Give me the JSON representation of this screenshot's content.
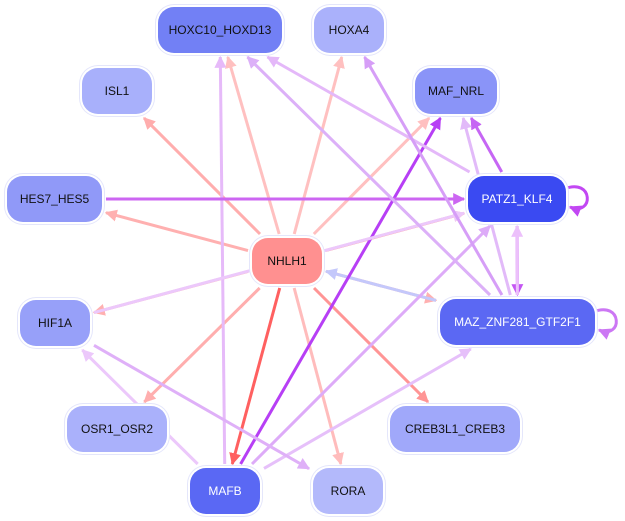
{
  "nodes": [
    {
      "id": "HOXC10_HOXD13",
      "label": "HOXC10_HOXD13",
      "color": "#7280f5",
      "text": "dark_text_black"
    },
    {
      "id": "HOXA4",
      "label": "HOXA4",
      "color": "#aab1fb"
    },
    {
      "id": "ISL1",
      "label": "ISL1",
      "color": "#a8b0fb"
    },
    {
      "id": "MAF_NRL",
      "label": "MAF_NRL",
      "color": "#8a94f8"
    },
    {
      "id": "HES7_HES5",
      "label": "HES7_HES5",
      "color": "#9099f8"
    },
    {
      "id": "PATZ1_KLF4",
      "label": "PATZ1_KLF4",
      "color": "#3a4af2"
    },
    {
      "id": "NHLH1",
      "label": "NHLH1",
      "color": "#ff9090"
    },
    {
      "id": "HIF1A",
      "label": "HIF1A",
      "color": "#97a0f9"
    },
    {
      "id": "MAZ_ZNF281_GTF2F1",
      "label": "MAZ_ZNF281_GTF2F1",
      "color": "#5b68f3"
    },
    {
      "id": "OSR1_OSR2",
      "label": "OSR1_OSR2",
      "color": "#aab1fb"
    },
    {
      "id": "CREB3L1_CREB3",
      "label": "CREB3L1_CREB3",
      "color": "#a0a8fa"
    },
    {
      "id": "MAFB",
      "label": "MAFB",
      "color": "#5a68f4"
    },
    {
      "id": "RORA",
      "label": "RORA",
      "color": "#b3b9fb"
    }
  ],
  "edges": [
    {
      "from": "NHLH1",
      "to": "ISL1",
      "color": "#ffadad"
    },
    {
      "from": "NHLH1",
      "to": "HES7_HES5",
      "color": "#ffb0b0"
    },
    {
      "from": "NHLH1",
      "to": "HIF1A",
      "color": "#ffb0b0"
    },
    {
      "from": "NHLH1",
      "to": "OSR1_OSR2",
      "color": "#ffaeae"
    },
    {
      "from": "NHLH1",
      "to": "MAFB",
      "color": "#ff6060"
    },
    {
      "from": "NHLH1",
      "to": "RORA",
      "color": "#ffbcbc"
    },
    {
      "from": "NHLH1",
      "to": "CREB3L1_CREB3",
      "color": "#ff9595"
    },
    {
      "from": "NHLH1",
      "to": "MAZ_ZNF281_GTF2F1",
      "color": "#ffb0b0"
    },
    {
      "from": "MAZ_ZNF281_GTF2F1",
      "to": "NHLH1",
      "color": "#c4c8fb"
    },
    {
      "from": "NHLH1",
      "to": "PATZ1_KLF4",
      "color": "#ff9a9a"
    },
    {
      "from": "NHLH1",
      "to": "MAF_NRL",
      "color": "#ffc0c0"
    },
    {
      "from": "NHLH1",
      "to": "HOXA4",
      "color": "#ffc0c0"
    },
    {
      "from": "NHLH1",
      "to": "HOXC10_HOXD13",
      "color": "#ffc0c0"
    },
    {
      "from": "MAFB",
      "to": "MAF_NRL",
      "color": "#b73ff5"
    },
    {
      "from": "MAFB",
      "to": "HOXC10_HOXD13",
      "color": "#e6baf9"
    },
    {
      "from": "MAFB",
      "to": "PATZ1_KLF4",
      "color": "#ddabf8"
    },
    {
      "from": "MAFB",
      "to": "MAZ_ZNF281_GTF2F1",
      "color": "#e6c0fa"
    },
    {
      "from": "MAFB",
      "to": "HIF1A",
      "color": "#ecc8fb"
    },
    {
      "from": "HIF1A",
      "to": "RORA",
      "color": "#dfb0f8"
    },
    {
      "from": "HIF1A",
      "to": "PATZ1_KLF4",
      "color": "#ecc8fb"
    },
    {
      "from": "HES7_HES5",
      "to": "PATZ1_KLF4",
      "color": "#cc66f2"
    },
    {
      "from": "PATZ1_KLF4",
      "to": "HOXC10_HOXD13",
      "color": "#e4b8f9"
    },
    {
      "from": "PATZ1_KLF4",
      "to": "MAF_NRL",
      "color": "#c666f4"
    },
    {
      "from": "PATZ1_KLF4",
      "to": "MAZ_ZNF281_GTF2F1",
      "color": "#c455f3"
    },
    {
      "from": "MAZ_ZNF281_GTF2F1",
      "to": "PATZ1_KLF4",
      "color": "#ecc0fb"
    },
    {
      "from": "MAZ_ZNF281_GTF2F1",
      "to": "HOXC10_HOXD13",
      "color": "#dcb0f8"
    },
    {
      "from": "MAZ_ZNF281_GTF2F1",
      "to": "HOXA4",
      "color": "#d69ef7"
    },
    {
      "from": "MAZ_ZNF281_GTF2F1",
      "to": "MAF_NRL",
      "color": "#e2baf9"
    },
    {
      "from": "PATZ1_KLF4",
      "to": "PATZ1_KLF4",
      "color": "#c247f3",
      "self": true
    },
    {
      "from": "MAZ_ZNF281_GTF2F1",
      "to": "MAZ_ZNF281_GTF2F1",
      "color": "#cc77f4",
      "self": true
    }
  ]
}
